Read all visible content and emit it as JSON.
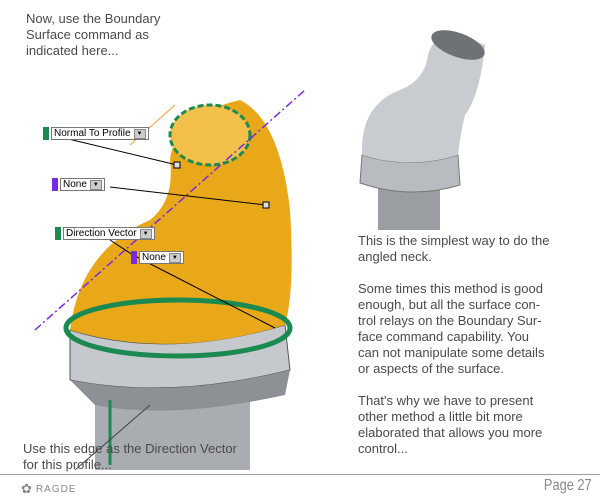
{
  "intro": {
    "line1": "Now, use the Boundary",
    "line2": "Surface command as",
    "line3": "indicated here..."
  },
  "dropdowns": [
    {
      "label": "Normal To Profile",
      "color": "#1a8a50"
    },
    {
      "label": "None",
      "color": "#7a2ae0"
    },
    {
      "label": "Direction Vector",
      "color": "#1a8a50"
    },
    {
      "label": "None",
      "color": "#7a2ae0"
    }
  ],
  "caption": {
    "line1": "Use this edge as the Direction Vector",
    "line2": "for this profile..."
  },
  "right_text": {
    "p1a": "This is the simplest way to do the",
    "p1b": "angled neck.",
    "p2a": "Some times this method is good",
    "p2b": "enough, but all the surface con-",
    "p2c": "trol relays on the Boundary Sur-",
    "p2d": "face command capability. You",
    "p2e": "can not manipulate some details",
    "p2f": "or aspects of the surface.",
    "p3a": "That's why we have to present",
    "p3b": "other method a little bit more",
    "p3c": "elaborated that allows you more",
    "p3d": "control..."
  },
  "footer": {
    "brand": "RAGDE",
    "page": "Page 27"
  }
}
